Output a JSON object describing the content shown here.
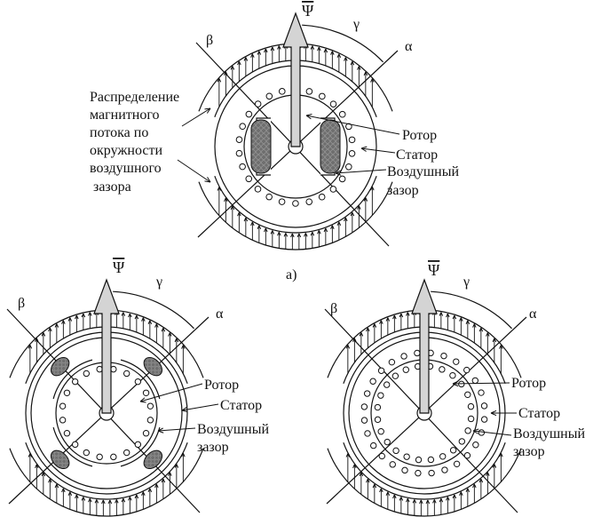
{
  "figure": {
    "caption_a": "а)",
    "symbols": {
      "psi": "Ψ",
      "alpha": "α",
      "beta": "β",
      "gamma": "γ"
    },
    "left_annotation": [
      "Распределение",
      "магнитного",
      "потока по",
      "окружности",
      "воздушного",
      " зазора"
    ],
    "labels": {
      "rotor": "Ротор",
      "stator": "Статор",
      "air_gap_1": "Воздушный",
      "air_gap_2": "зазор"
    }
  },
  "colors": {
    "line": "#111111",
    "arrow_fill": "#d4d4d4",
    "coil_fill": "#6e6e6e"
  }
}
